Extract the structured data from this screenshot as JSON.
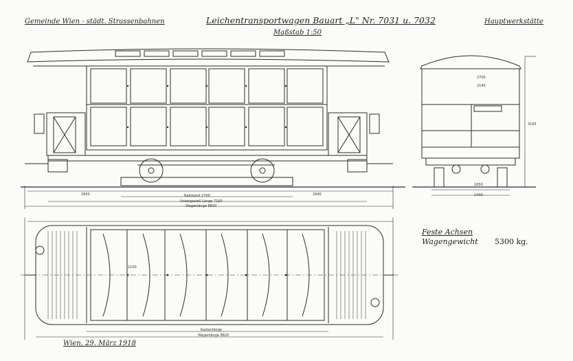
{
  "header": {
    "left": "Gemeinde Wien - städt. Strassenbahnen",
    "title": "Leichentransportwagen Bauart „L\" Nr. 7031 u. 7032",
    "scale": "Maßstab 1:50",
    "right": "Hauptwerkstätte"
  },
  "notes": {
    "axles": "Feste Achsen",
    "weight_label": "Wagengewicht",
    "weight_value": "5300 kg."
  },
  "footer": {
    "date": "Wien, 29. März 1918"
  },
  "dimensions": {
    "wheelbase": "Radstand 2700",
    "underframe": "Untergestell Länge 7160",
    "car_length": "Wagenlänge 8820",
    "left_overhang": "2950",
    "right_overhang": "2940",
    "body_length": "Kastenlänge",
    "plan_length": "Wagenlänge 8820",
    "plan_width": "2100",
    "end_height": "3165",
    "end_inner": "2700",
    "end_inner2": "2140",
    "end_width": "1650",
    "end_base": "1400"
  },
  "colors": {
    "ink": "#2b2b2b",
    "paper": "#fbfbf9"
  }
}
